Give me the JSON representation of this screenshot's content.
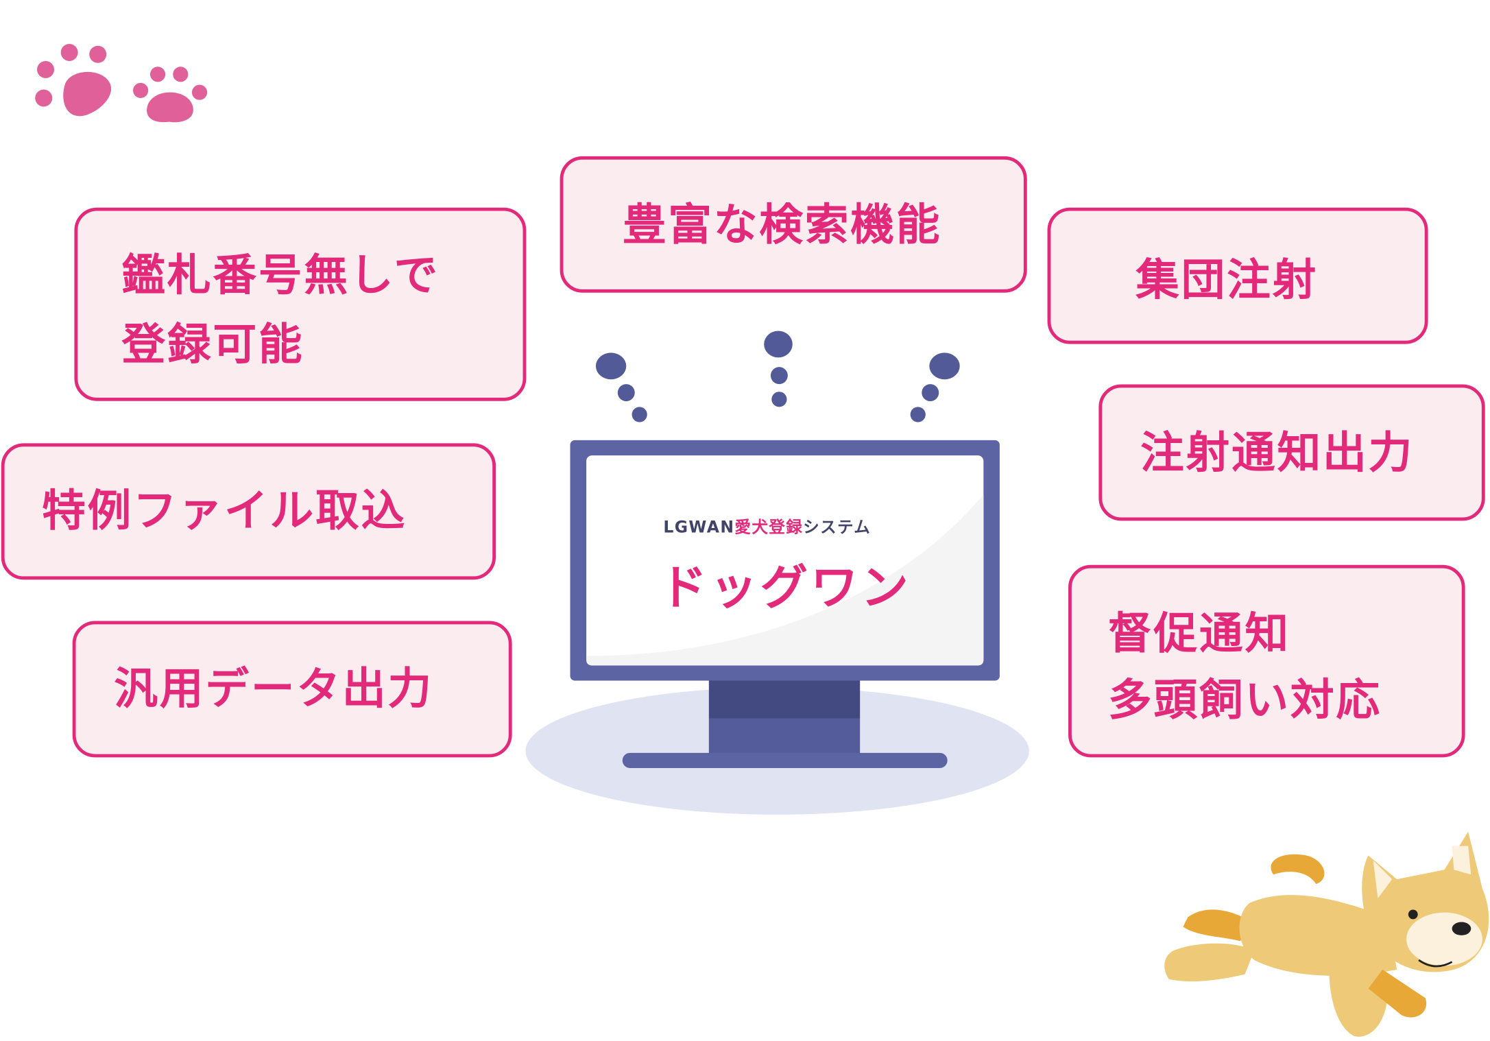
{
  "colors": {
    "accent": "#e3297a",
    "box_fill": "#fbecf0",
    "monitor": "#5d64a3",
    "dog": "#edc978"
  },
  "features": [
    {
      "lines": [
        "鑑札番号無しで",
        "登録可能"
      ]
    },
    {
      "lines": [
        "豊富な検索機能"
      ]
    },
    {
      "lines": [
        "集団注射"
      ]
    },
    {
      "lines": [
        "特例ファイル取込"
      ]
    },
    {
      "lines": [
        "汎用データ出力"
      ]
    },
    {
      "lines": [
        "注射通知出力"
      ]
    },
    {
      "lines": [
        "督促通知",
        "多頭飼い対応"
      ]
    }
  ],
  "monitor": {
    "subtitle_prefix": "LGWAN",
    "subtitle_highlight": "愛犬登録",
    "subtitle_suffix": "システム",
    "product_name": "ドッグワン"
  }
}
